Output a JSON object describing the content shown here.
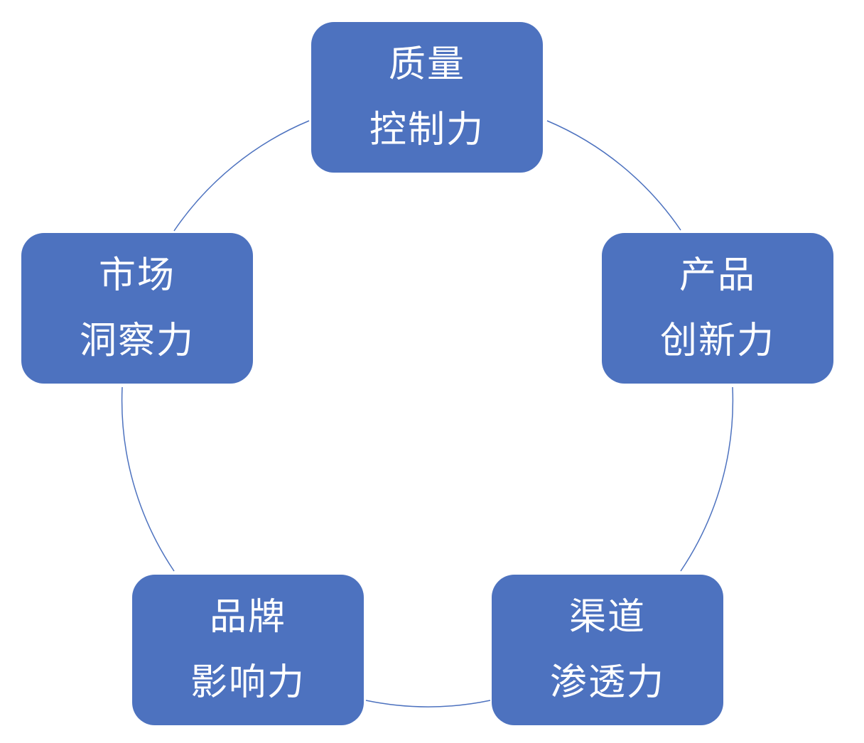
{
  "diagram": {
    "nodes": [
      {
        "line1": "质量",
        "line2": "控制力"
      },
      {
        "line1": "产品",
        "line2": "创新力"
      },
      {
        "line1": "渠道",
        "line2": "渗透力"
      },
      {
        "line1": "品牌",
        "line2": "影响力"
      },
      {
        "line1": "市场",
        "line2": "洞察力"
      }
    ],
    "colors": {
      "box_fill": "#4d72bf",
      "text": "#ffffff",
      "connector": "#4d72bf"
    }
  }
}
